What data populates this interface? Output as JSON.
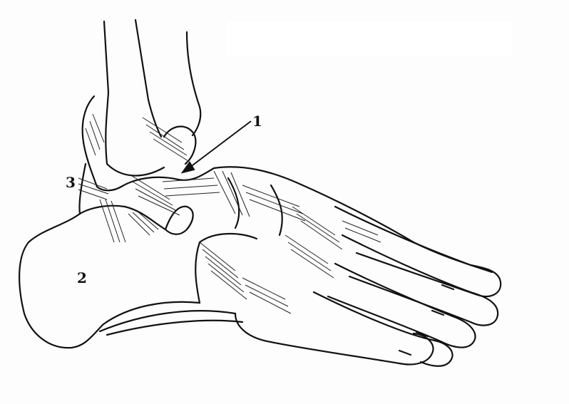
{
  "labels": {
    "one": "1",
    "two": "2",
    "three": "3"
  },
  "colors": {
    "ink": "#111111",
    "paper": "#fdfdfd"
  }
}
